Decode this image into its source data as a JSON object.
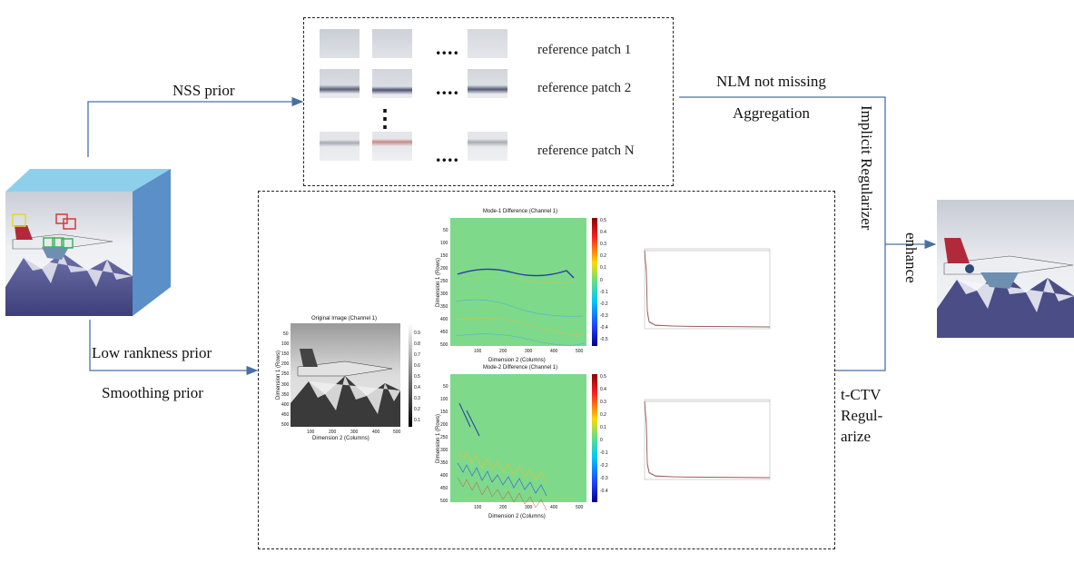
{
  "labels": {
    "nss_prior": "NSS prior",
    "low_rank_prior": "Low rankness prior",
    "smoothing_prior": "Smoothing prior",
    "nlm": "NLM not missing",
    "aggregation": "Aggregation",
    "implicit": "Implicit Regularizer",
    "enhance": "enhance",
    "tctv_1": "t-CTV",
    "tctv_2": "Regul-",
    "tctv_3": "arize"
  },
  "patches": {
    "ref1": "reference patch 1",
    "ref2": "reference patch 2",
    "refN": "reference patch N",
    "dots_h": "....",
    "dots_v": "⋮"
  },
  "plots": {
    "original": {
      "title": "Original Image (Channel 1)",
      "xlabel": "Dimension 2 (Columns)",
      "ylabel": "Dimension 1 (Rows)",
      "xticks": [
        "100",
        "200",
        "300",
        "400",
        "500"
      ],
      "yticks": [
        "50",
        "100",
        "150",
        "200",
        "250",
        "300",
        "350",
        "400",
        "450",
        "500"
      ],
      "cbticks": [
        "0.9",
        "0.8",
        "0.7",
        "0.6",
        "0.5",
        "0.4",
        "0.3",
        "0.2",
        "0.1"
      ]
    },
    "mode1": {
      "title": "Mode-1 Difference (Channel 1)",
      "xlabel": "Dimension 2 (Columns)",
      "ylabel": "Dimension 1 (Rows)",
      "xticks": [
        "100",
        "200",
        "300",
        "400",
        "500"
      ],
      "yticks": [
        "50",
        "100",
        "150",
        "200",
        "250",
        "300",
        "350",
        "400",
        "450",
        "500"
      ],
      "cbticks": [
        "0.5",
        "0.4",
        "0.3",
        "0.2",
        "0.1",
        "0",
        "-0.1",
        "-0.2",
        "-0.3",
        "-0.4",
        "-0.5"
      ]
    },
    "mode2": {
      "title": "Mode-2 Difference (Channel 1)",
      "xlabel": "Dimension 2 (Columns)",
      "ylabel": "Dimension 1 (Rows)",
      "xticks": [
        "100",
        "200",
        "300",
        "400",
        "500"
      ],
      "yticks": [
        "50",
        "100",
        "150",
        "200",
        "250",
        "300",
        "350",
        "400",
        "450",
        "500"
      ],
      "cbticks": [
        "0.5",
        "0.4",
        "0.3",
        "0.2",
        "0.1",
        "0",
        "-0.1",
        "-0.2",
        "-0.3",
        "-0.4"
      ]
    }
  },
  "colors": {
    "arrow": "#4a6fa5",
    "cube_top": "#8ed0ec",
    "cube_side": "#5a8fc8",
    "field_green": "#7ed98a",
    "sv_red": "#e46a6a"
  }
}
